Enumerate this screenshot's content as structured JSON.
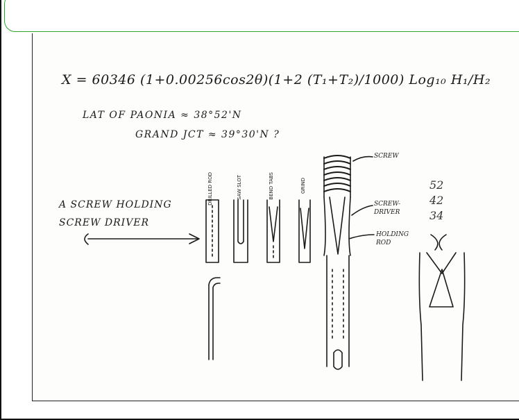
{
  "handwriting": {
    "formula": "X = 60346 (1+0.00256cos2θ)(1+2 (T₁+T₂)/1000) Log₁₀ H₁/H₂",
    "lat_paonia": "LAT OF PAONIA ≈ 38°52'N",
    "grand_jct": "GRAND JCT ≈ 39°30'N ?",
    "left_note": "A SCREW HOLDING\nSCREW DRIVER",
    "tube_labels": [
      "DRILLED ROD",
      "SAW SLOT",
      "BEND TABS",
      "GRIND"
    ],
    "callouts": {
      "screw": "SCREW",
      "driver": "SCREW-\nDRIVER",
      "rod": "HOLDING\nROD"
    },
    "numbers": [
      "52",
      "42",
      "34"
    ]
  },
  "colors": {
    "ink": "#1a1a1a",
    "callout_border": "#2aa52a",
    "paper": "#fdfdfb"
  }
}
